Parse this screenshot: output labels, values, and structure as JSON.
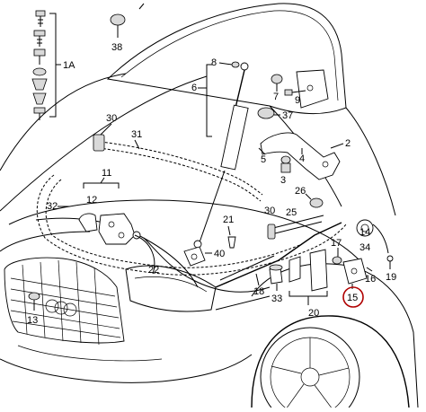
{
  "labels": {
    "l1A": "1A",
    "l2": "2",
    "l3": "3",
    "l4": "4",
    "l5": "5",
    "l6": "6",
    "l7": "7",
    "l8": "8",
    "l9": "9",
    "l11": "11",
    "l12": "12",
    "l13": "13",
    "l14": "14",
    "l15": "15",
    "l16": "16",
    "l17": "17",
    "l18": "18",
    "l19": "19",
    "l20": "20",
    "l21": "21",
    "l22": "22",
    "l25": "25",
    "l26": "26",
    "l30a": "30",
    "l30b": "30",
    "l31": "31",
    "l32": "32",
    "l33": "33",
    "l34": "34",
    "l37": "37",
    "l38": "38",
    "l40": "40"
  },
  "colors": {
    "highlight": "#b00000",
    "ink": "#000000"
  }
}
